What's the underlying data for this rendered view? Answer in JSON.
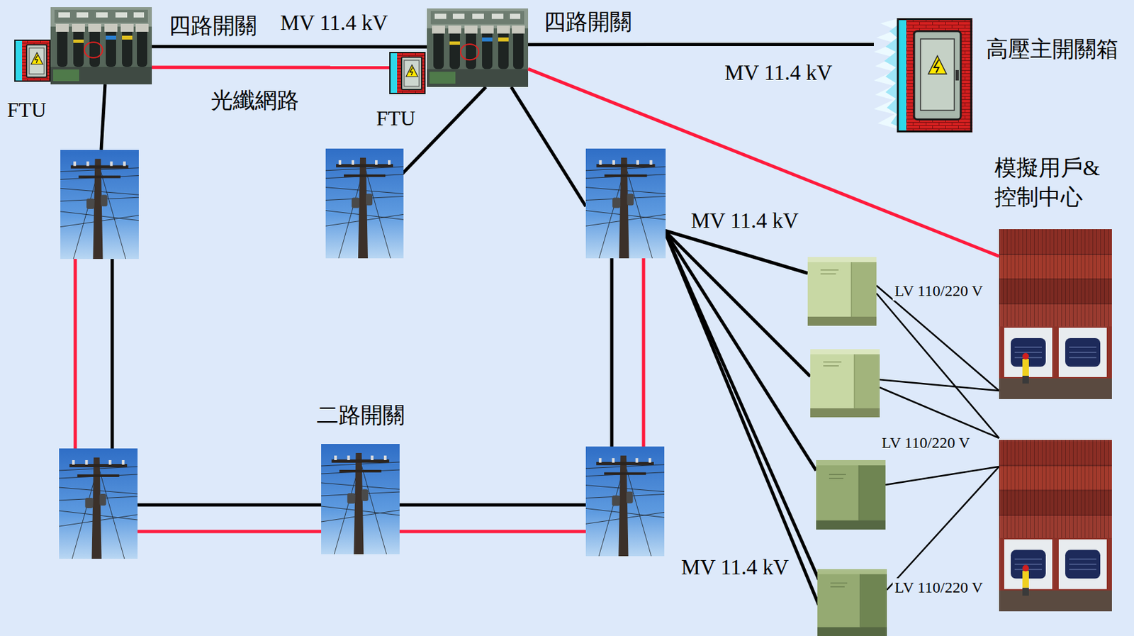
{
  "diagram": {
    "nodes": [
      {
        "text": [
          "四路開關"
        ]
      },
      {
        "text": [
          "四路開關"
        ]
      },
      {
        "text": [
          "高壓主開關箱"
        ]
      },
      {
        "text": [
          "FTU"
        ]
      },
      {
        "text": [
          "FTU"
        ]
      },
      {
        "text": [
          "模擬用戶& 控制中心"
        ]
      },
      {
        "text": [
          "二路開關"
        ]
      }
    ],
    "edges": [
      {
        "from": 0,
        "to": 1,
        "arrow": "none",
        "label": "MV 11.4 kV"
      },
      {
        "from": 0,
        "to": 4,
        "arrow": "none",
        "label": "光纖網路"
      },
      {
        "from": 1,
        "to": 2,
        "arrow": "none",
        "label": "MV 11.4 kV"
      },
      {
        "from": 1,
        "to": 5,
        "arrow": "none"
      }
    ],
    "labels": [
      "MV 11.4 kV",
      "LV 110/220 V",
      "LV 110/220 V",
      "MV 11.4 kV",
      "LV 110/220 V"
    ]
  }
}
